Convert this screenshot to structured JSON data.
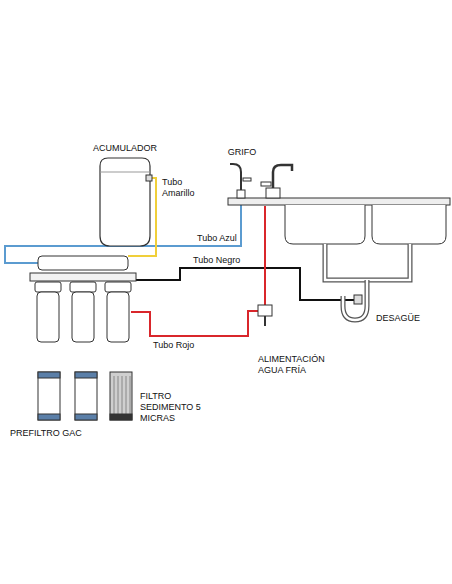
{
  "diagram": {
    "nodes": [
      {
        "text": [
          "ACUMULADOR"
        ]
      },
      {
        "text": [
          "GRIFO"
        ]
      },
      {
        "text": [
          "DESAGÜE"
        ]
      },
      {
        "text": [
          "ALIMENTACIÓN AGUA FRÍA"
        ]
      },
      {
        "text": [
          "FILTRO SEDIMENTO 5 MICRAS"
        ]
      },
      {
        "text": [
          "PREFILTRO GAC"
        ]
      }
    ],
    "labels": [
      "Tubo Amarillo",
      "Tubo Azul",
      "Tubo Negro",
      "Tubo Rojo"
    ]
  }
}
